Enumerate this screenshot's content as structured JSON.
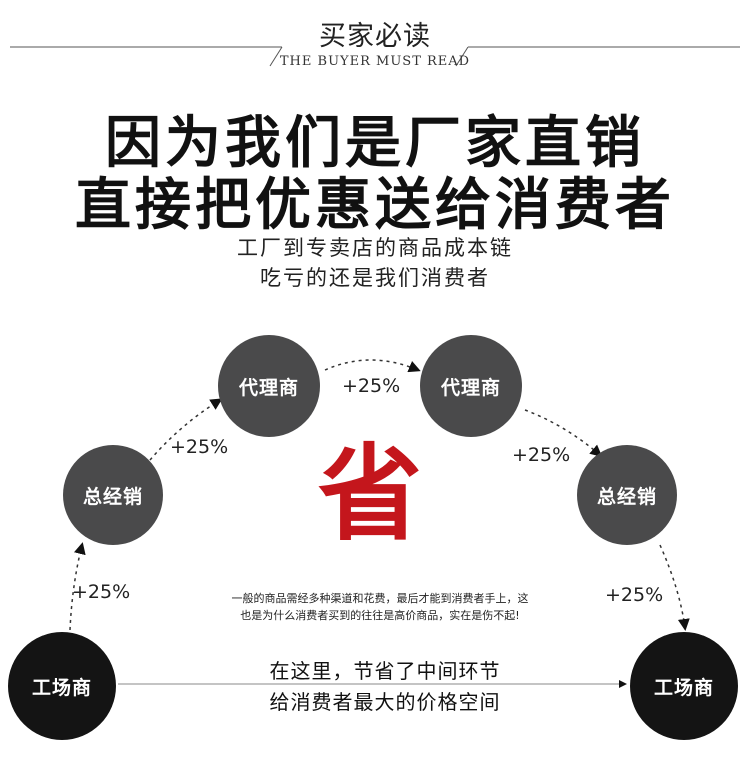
{
  "header": {
    "title": "买家必读",
    "subtitle": "THE BUYER MUST READ"
  },
  "headline": {
    "line1": "因为我们是厂家直销",
    "line2": "直接把优惠送给消费者"
  },
  "subhead": {
    "line1": "工厂到专卖店的商品成本链",
    "line2": "吃亏的还是我们消费者"
  },
  "diagram": {
    "nodes": {
      "factory_left": "工场商",
      "distributor_left": "总经销",
      "agent_left": "代理商",
      "agent_right": "代理商",
      "distributor_right": "总经销",
      "factory_right": "工场商"
    },
    "markups": {
      "left_lower": "+25%",
      "left_upper": "+25%",
      "top": "+25%",
      "right_upper": "+25%",
      "right_lower": "+25%"
    },
    "center_char": "省",
    "note_line1": "一般的商品需经多种渠道和花费，最后才能到消费者手上，这",
    "note_line2": "也是为什么消费者买到的往往是高价商品，实在是伤不起!",
    "bottom_line1": "在这里，节省了中间环节",
    "bottom_line2": "给消费者最大的价格空间",
    "colors": {
      "gray_node": "#4a4a4b",
      "dark_node": "#141414",
      "accent_red": "#c4161c"
    }
  }
}
